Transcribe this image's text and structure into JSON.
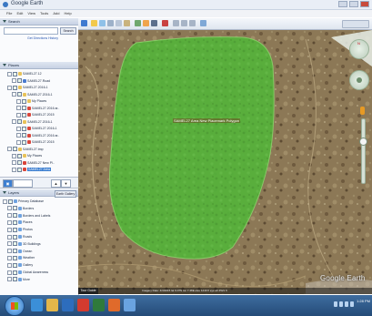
{
  "window": {
    "title": "Google Earth"
  },
  "menu": [
    "File",
    "Edit",
    "View",
    "Tools",
    "Add",
    "Help"
  ],
  "search": {
    "header": "Search",
    "button_label": "Search",
    "link_text": "Get Directions History"
  },
  "places": {
    "header": "Places",
    "items": [
      {
        "label": "SAMEL27.12",
        "level": 1,
        "type": "folder"
      },
      {
        "label": "SAMEL27.Road",
        "level": 2,
        "type": "path"
      },
      {
        "label": "SAMEL27.2016-1",
        "level": 1,
        "type": "folder"
      },
      {
        "label": "SAMEL27.2016-1",
        "level": 2,
        "type": "folder"
      },
      {
        "label": "My Places",
        "level": 3,
        "type": "place"
      },
      {
        "label": "SAMEL27.2016 ar..",
        "level": 3,
        "type": "polygon"
      },
      {
        "label": "SAMEL27.2015",
        "level": 3,
        "type": "polygon"
      },
      {
        "label": "SAMEL27.2016-1",
        "level": 2,
        "type": "folder"
      },
      {
        "label": "SAMEL27.2016-1",
        "level": 3,
        "type": "polygon"
      },
      {
        "label": "SAMEL27.2016 ar..",
        "level": 3,
        "type": "polygon"
      },
      {
        "label": "SAMEL27.2015",
        "level": 3,
        "type": "polygon"
      },
      {
        "label": "SAMEL27.tmp",
        "level": 1,
        "type": "folder"
      },
      {
        "label": "My Places",
        "level": 2,
        "type": "place"
      },
      {
        "label": "SAMEL27 New Pl..",
        "level": 2,
        "type": "polygon"
      },
      {
        "label": "SAMEL27 Area",
        "level": 2,
        "type": "polygon",
        "selected": true
      }
    ]
  },
  "layers": {
    "header": "Layers",
    "gallery_label": "Earth Gallery",
    "items": [
      {
        "label": "Primary Database",
        "level": 0
      },
      {
        "label": "Borders",
        "level": 1
      },
      {
        "label": "Borders and Labels",
        "level": 1
      },
      {
        "label": "Places",
        "level": 1
      },
      {
        "label": "Photos",
        "level": 1
      },
      {
        "label": "Roads",
        "level": 1
      },
      {
        "label": "3D Buildings",
        "level": 1
      },
      {
        "label": "Ocean",
        "level": 1
      },
      {
        "label": "Weather",
        "level": 1
      },
      {
        "label": "Gallery",
        "level": 1
      },
      {
        "label": "Global Awareness",
        "level": 1
      },
      {
        "label": "More",
        "level": 1
      }
    ]
  },
  "map": {
    "polygon_label": "SAMEL27 Area New Placemark Polygon",
    "attribution": "Google Earth",
    "tour_label": "Tour Guide",
    "status_text": "Imagery Date: 4/4/2015   lat 9.07N  lon 7.48E  elev 1240 ft   eye alt 4521 ft"
  },
  "taskbar": {
    "clock": "1:28 PM"
  },
  "colors": {
    "polygon_fill": "#59b33d",
    "terrain": "#8f7a58",
    "taskbar": "#2f5d8f"
  }
}
